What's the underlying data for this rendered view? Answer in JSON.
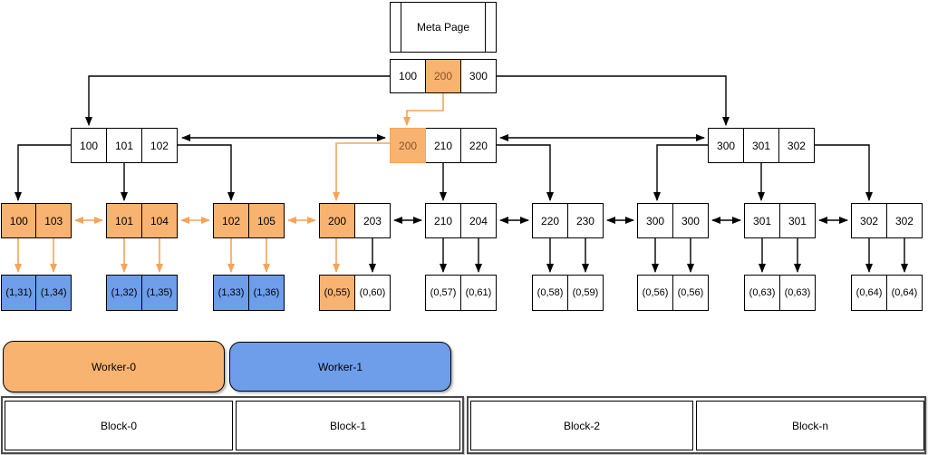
{
  "tree": {
    "meta_label": "Meta Page",
    "root": [
      "100",
      "200",
      "300"
    ],
    "internals": [
      [
        "100",
        "101",
        "102"
      ],
      [
        "200",
        "210",
        "220"
      ],
      [
        "300",
        "301",
        "302"
      ]
    ],
    "leaves": [
      [
        "100",
        "103"
      ],
      [
        "101",
        "104"
      ],
      [
        "102",
        "105"
      ],
      [
        "200",
        "203"
      ],
      [
        "210",
        "204"
      ],
      [
        "220",
        "230"
      ],
      [
        "300",
        "300"
      ],
      [
        "301",
        "301"
      ],
      [
        "302",
        "302"
      ]
    ],
    "values": [
      [
        "(1,31)",
        "(1,34)"
      ],
      [
        "(1,32)",
        "(1,35)"
      ],
      [
        "(1,33)",
        "(1,36)"
      ],
      [
        "(0,55)",
        "(0,60)"
      ],
      [
        "(0,57)",
        "(0,61)"
      ],
      [
        "(0,58)",
        "(0,59)"
      ],
      [
        "(0,56)",
        "(0,56)"
      ],
      [
        "(0,63)",
        "(0,63)"
      ],
      [
        "(0,64)",
        "(0,64)"
      ]
    ],
    "workers": [
      "Worker-0",
      "Worker-1"
    ],
    "blocks": [
      "Block-0",
      "Block-1",
      "Block-2",
      "Block-n"
    ]
  },
  "colors": {
    "highlight_orange_fill": "#F9B370",
    "highlight_orange_stroke": "#F7A458",
    "highlight_orange_text": "#8C5028",
    "worker_blue_fill": "#6E9DE9",
    "edge_black": "#000000",
    "background": "#FFFFFF"
  }
}
